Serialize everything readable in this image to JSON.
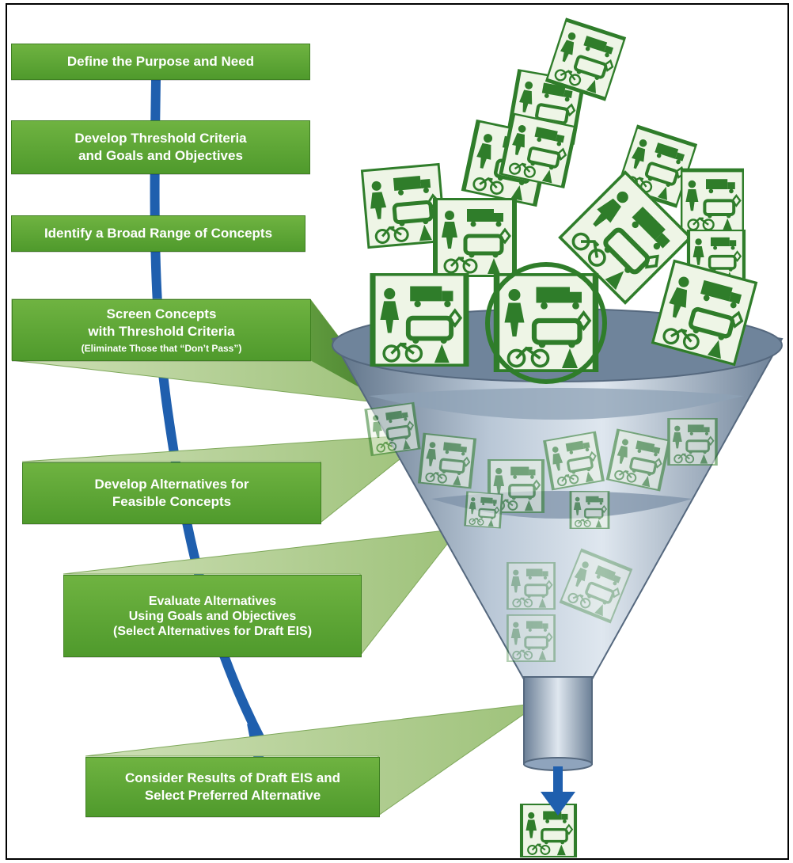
{
  "steps": [
    {
      "id": "purpose",
      "lines": [
        "Define the Purpose and Need"
      ],
      "note": ""
    },
    {
      "id": "criteria",
      "lines": [
        "Develop Threshold Criteria",
        "and Goals and Objectives"
      ],
      "note": ""
    },
    {
      "id": "concepts",
      "lines": [
        "Identify a Broad Range of Concepts"
      ],
      "note": ""
    },
    {
      "id": "screen",
      "lines": [
        "Screen Concepts",
        "with Threshold Criteria"
      ],
      "note": "(Eliminate Those that “Don’t Pass”)"
    },
    {
      "id": "develop",
      "lines": [
        "Develop Alternatives for",
        "Feasible Concepts"
      ],
      "note": ""
    },
    {
      "id": "evaluate",
      "lines": [
        "Evaluate Alternatives",
        "Using Goals and Objectives",
        "(Select Alternatives for Draft EIS)"
      ],
      "note": ""
    },
    {
      "id": "consider",
      "lines": [
        "Consider Results of Draft EIS and",
        "Select Preferred Alternative"
      ],
      "note": ""
    }
  ],
  "colors": {
    "box_green": "#5ba636",
    "arrow_blue": "#1f5fae",
    "funnel_steel": "#8fa4bd",
    "sign_green": "#2f7d2a",
    "sign_bg": "#eef5e6"
  },
  "icons": [
    "pedestrian-icon",
    "bicycle-icon",
    "truck-icon",
    "bus-icon",
    "traffic-cone-icon",
    "diamond-sign-icon"
  ]
}
